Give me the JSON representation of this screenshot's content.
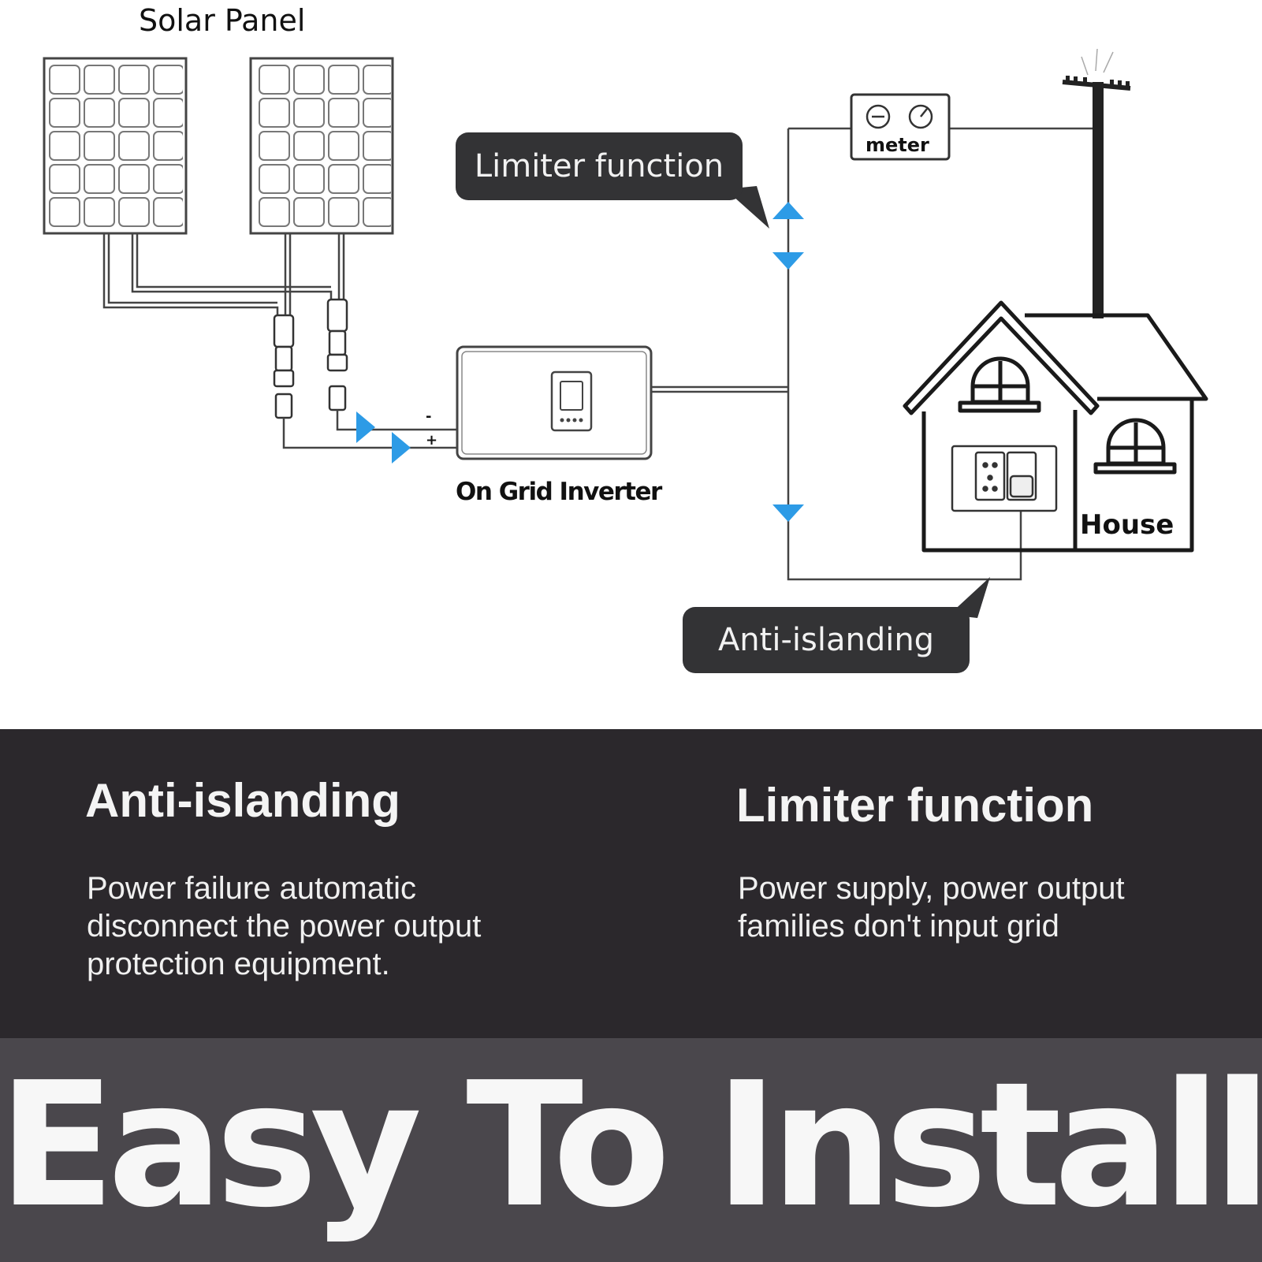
{
  "diagram": {
    "solar_panel_label": "Solar Panel",
    "inverter_label": "On Grid Inverter",
    "meter_label": "meter",
    "house_label": "House",
    "callout_limiter": "Limiter function",
    "callout_anti_islanding": "Anti-islanding",
    "inverter_minus": "-",
    "inverter_plus": "+"
  },
  "features": [
    {
      "title": "Anti-islanding",
      "body_lines": [
        "Power failure automatic",
        "disconnect the power output",
        "protection equipment."
      ]
    },
    {
      "title": "Limiter function",
      "body_lines": [
        "Power supply, power output",
        "families don't input grid"
      ]
    }
  ],
  "banner": {
    "text": "Easy To Install"
  },
  "colors": {
    "accent_arrow": "#2d9be6",
    "callout_bg": "#333335",
    "features_bg": "#2b282c",
    "banner_bg": "#4a474c",
    "line": "#333333"
  }
}
